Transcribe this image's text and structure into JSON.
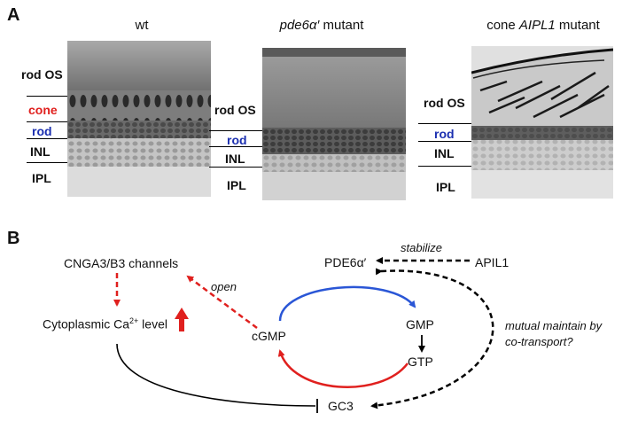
{
  "panel_a": {
    "letter": "A",
    "columns": [
      {
        "title_parts": [
          "wt"
        ],
        "layers": [
          "rod OS",
          "cone",
          "rod",
          "INL",
          "IPL"
        ]
      },
      {
        "title_parts": [
          "pde6α′",
          " mutant"
        ],
        "layers": [
          "rod OS",
          "rod",
          "INL",
          "IPL"
        ]
      },
      {
        "title_parts": [
          "cone ",
          "AIPL1",
          " mutant"
        ],
        "layers": [
          "rod OS",
          "rod",
          "INL",
          "IPL"
        ]
      }
    ]
  },
  "panel_b": {
    "letter": "B",
    "nodes": {
      "cnga": "CNGA3/B3 channels",
      "ca_prefix": "Cytoplasmic Ca",
      "ca_sup": "2+",
      "ca_suffix": " level",
      "cgmp": "cGMP",
      "pde": "PDE6α′",
      "apil": "APIL1",
      "gmp": "GMP",
      "gtp": "GTP",
      "gc3": "GC3"
    },
    "edge_labels": {
      "open": "open",
      "stabilize": "stabilize",
      "mutual_1": "mutual maintain by",
      "mutual_2": "co-transport?"
    },
    "colors": {
      "red": "#e0201e",
      "blue": "#2a56d6",
      "black": "#000000"
    }
  }
}
